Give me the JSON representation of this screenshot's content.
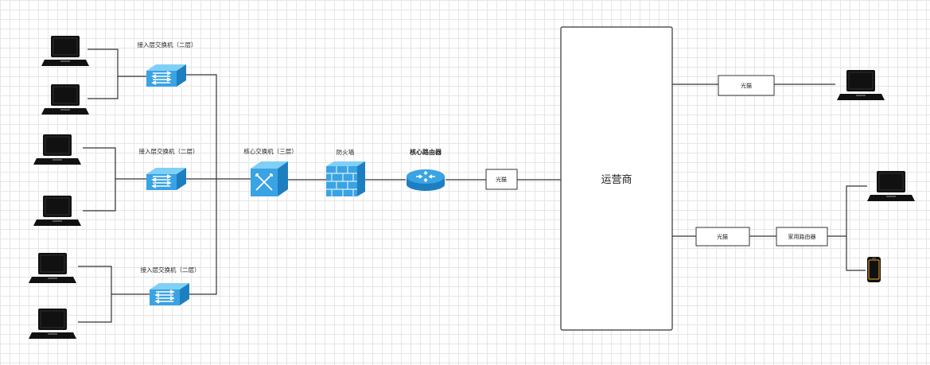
{
  "labels": {
    "access_switch_1": "接入层交换机（二层）",
    "access_switch_2": "接入层交换机（二层）",
    "access_switch_3": "接入层交换机（二层）",
    "core_switch": "核心交换机（三层）",
    "firewall": "防火墙",
    "core_router": "核心路由器",
    "modem_main": "光猫",
    "isp": "运营商",
    "modem_top": "光猫",
    "modem_bottom": "光猫",
    "home_router": "家用路由器"
  },
  "colors": {
    "device_blue": "#3aa3e3",
    "device_blue_top": "#7fd0f5",
    "laptop": "#111111",
    "phone_accent": "#f5a623",
    "line": "#333333"
  }
}
